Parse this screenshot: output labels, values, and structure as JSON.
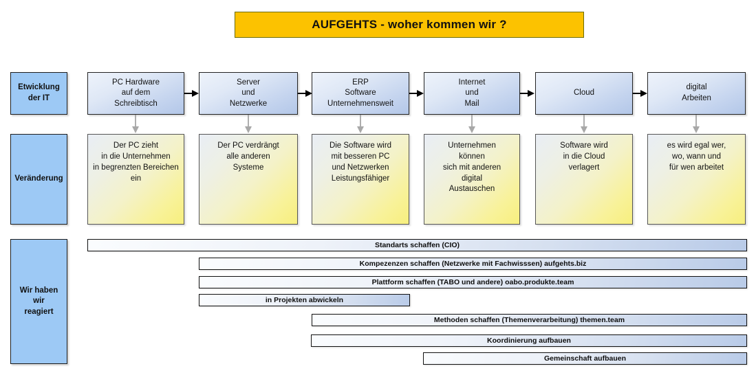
{
  "title": {
    "text": "AUFGEHTS - woher kommen wir ?",
    "background_color": "#FCC200"
  },
  "categories": [
    {
      "id": "it",
      "label": "Etwicklung\nder  IT"
    },
    {
      "id": "change",
      "label": "Veränderung"
    },
    {
      "id": "react",
      "label": "Wir haben\nwir\nreagiert"
    }
  ],
  "it_timeline": {
    "accent_color": "#b3c7e8",
    "boxes": [
      {
        "label": "PC Hardware\nauf dem\nSchreibtisch"
      },
      {
        "label": "Server\nund\nNetzwerke"
      },
      {
        "label": "ERP\nSoftware\nUnternehmensweit"
      },
      {
        "label": "Internet\nund\nMail"
      },
      {
        "label": "Cloud"
      },
      {
        "label": "digital\nArbeiten"
      }
    ]
  },
  "changes": {
    "accent_color": "#f7ef7e",
    "boxes": [
      {
        "label": "Der PC zieht\nin die Unternehmen\nin begrenzten Bereichen\nein"
      },
      {
        "label": "Der PC verdrängt\nalle anderen\nSysteme"
      },
      {
        "label": "Die Software wird\nmit besseren PC\nund Netzwerken\nLeistungsfähiger"
      },
      {
        "label": "Unternehmen\nkönnen\nsich mit anderen\ndigital\nAustauschen"
      },
      {
        "label": "Software wird\nin die Cloud\nverlagert"
      },
      {
        "label": "es wird egal wer,\nwo, wann und\nfür wen arbeitet"
      }
    ]
  },
  "reactions": {
    "accent_color": "#b9cbe8",
    "bars": [
      {
        "label": "Standarts  schaffen  (CIO)"
      },
      {
        "label": "Kompezenzen schaffen (Netzwerke mit Fachwisssen) aufgehts.biz"
      },
      {
        "label": "Plattform schaffen (TABO und andere) oabo.produkte.team"
      },
      {
        "label": "in Projekten abwickeln"
      },
      {
        "label": "Methoden schaffen (Themenverarbeitung) themen.team"
      },
      {
        "label": "Koordinierung aufbauen"
      },
      {
        "label": "Gemeinschaft aufbauen"
      }
    ]
  }
}
